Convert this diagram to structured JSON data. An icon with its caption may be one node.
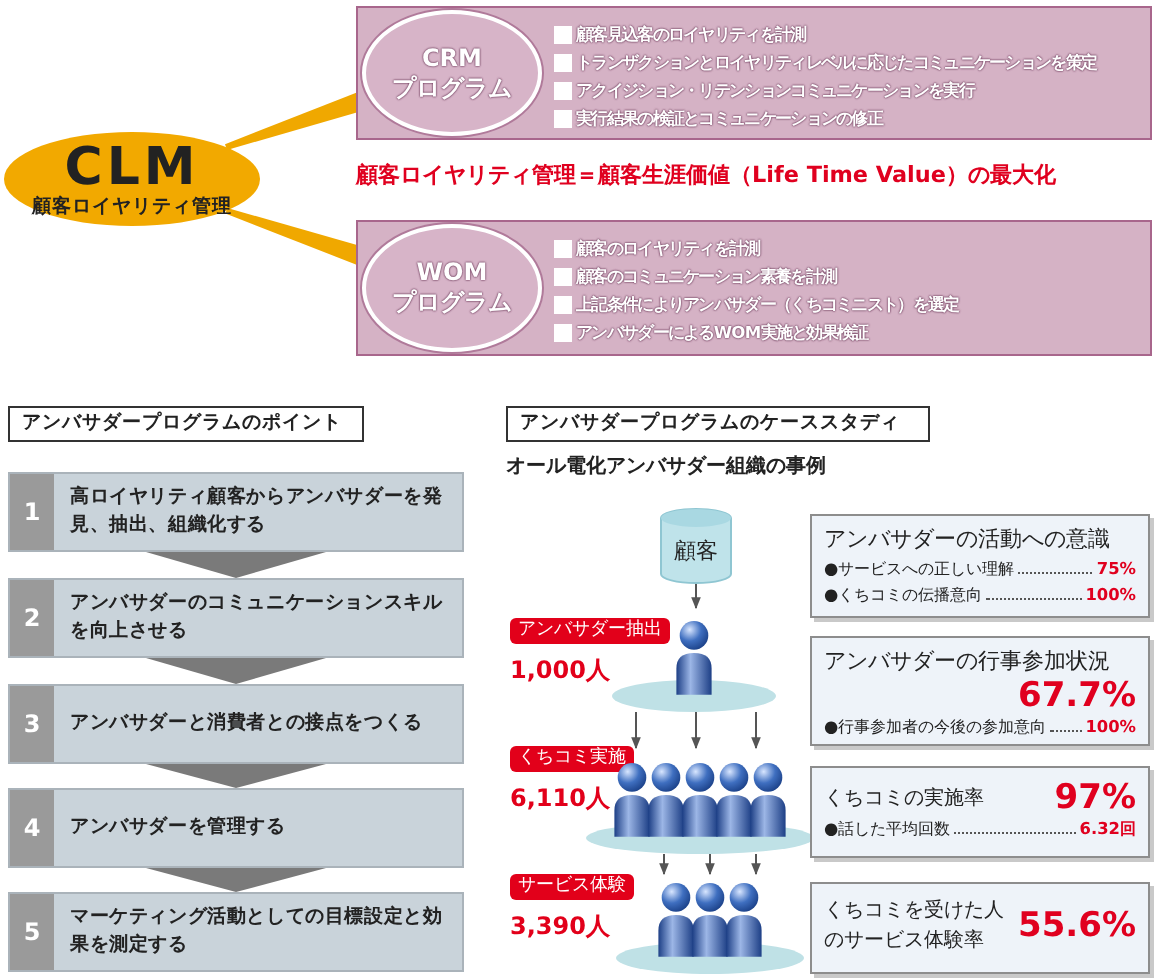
{
  "diagram": {
    "nodes": [
      {
        "text": [
          "CLM",
          "顧客ロイヤリティ管理"
        ]
      },
      {
        "text": [
          "顧客見込客のロイヤリティを計測",
          "トランザクションとロイヤリティレベルに応じたコミュニケーションを策定",
          "アクイジション・リテンションコミュニケーションを実行",
          "実行結果の検証とコミュニケーションの修正"
        ]
      },
      {
        "text": [
          "CRM プログラム"
        ],
        "in": 1
      },
      {
        "text": [
          "顧客のロイヤリティを計測",
          "顧客のコミュニケーション素養を計測",
          "上記条件によりアンバサダー（くちコミニスト）を選定",
          "アンバサダーによるWOM実施と効果検証"
        ]
      },
      {
        "text": [
          "WOM プログラム"
        ],
        "in": 3
      },
      {
        "text": [
          "アンバサダープログラムのポイント"
        ]
      },
      {
        "text": [
          "1",
          "高ロイヤリティ顧客からアンバサダーを発見、抽出、組織化する"
        ]
      },
      {
        "text": [
          "2",
          "アンバサダーのコミュニケーションスキルを向上させる"
        ]
      },
      {
        "text": [
          "3",
          "アンバサダーと消費者との接点をつくる"
        ]
      },
      {
        "text": [
          "4",
          "アンバサダーを管理する"
        ]
      },
      {
        "text": [
          "5",
          "マーケティング活動としての目標設定と効果を測定する"
        ]
      },
      {
        "text": [
          "アンバサダープログラムのケーススタディ"
        ]
      },
      {
        "text": [
          "顧客"
        ]
      },
      {
        "text": [],
        "shape": "person",
        "beside": [
          "アンバサダー抽出",
          "1,000人"
        ]
      },
      {
        "text": [],
        "shape": "person",
        "beside": [
          "くちコミ実施",
          "6,110人"
        ]
      },
      {
        "text": [],
        "shape": "person",
        "beside": [
          "サービス体験",
          "3,390人"
        ]
      },
      {
        "text": [
          "アンバサダーの活動への意識",
          "●サービスへの正しい理解",
          "75%",
          "●くちコミの伝播意向",
          "100%"
        ]
      },
      {
        "text": [
          "アンバサダーの行事参加状況",
          "67.7%",
          "●行事参加者の今後の参加意向",
          "100%"
        ]
      },
      {
        "text": [
          "くちコミの実施率",
          "97%",
          "●話した平均回数",
          "6.32回"
        ]
      },
      {
        "text": [
          "くちコミを受けた人のサービス体験率",
          "55.6%"
        ]
      }
    ],
    "edges": [
      {
        "from": 0,
        "to": 2,
        "arrow": "none",
        "style": "thick",
        "color": "#f0a800"
      },
      {
        "from": 0,
        "to": 4,
        "arrow": "none",
        "style": "thick",
        "color": "#f0a800"
      },
      {
        "from": 6,
        "to": 7,
        "arrow": "to",
        "style": "thick",
        "color": "#7a7a7a"
      },
      {
        "from": 7,
        "to": 8,
        "arrow": "to",
        "style": "thick",
        "color": "#7a7a7a"
      },
      {
        "from": 8,
        "to": 9,
        "arrow": "to",
        "style": "thick",
        "color": "#7a7a7a"
      },
      {
        "from": 9,
        "to": 10,
        "arrow": "to",
        "style": "thick",
        "color": "#7a7a7a"
      },
      {
        "from": 12,
        "to": 13,
        "arrow": "to"
      },
      {
        "from": 13,
        "to": 14,
        "arrow": "to"
      },
      {
        "from": 13,
        "to": 14,
        "arrow": "to"
      },
      {
        "from": 13,
        "to": 14,
        "arrow": "to"
      },
      {
        "from": 14,
        "to": 15,
        "arrow": "to"
      },
      {
        "from": 14,
        "to": 15,
        "arrow": "to"
      },
      {
        "from": 14,
        "to": 15,
        "arrow": "to"
      }
    ],
    "labels": [
      "顧客ロイヤリティ管理＝顧客生涯価値（Life Time Value）の最大化",
      "オール電化アンバサダー組織の事例"
    ]
  }
}
